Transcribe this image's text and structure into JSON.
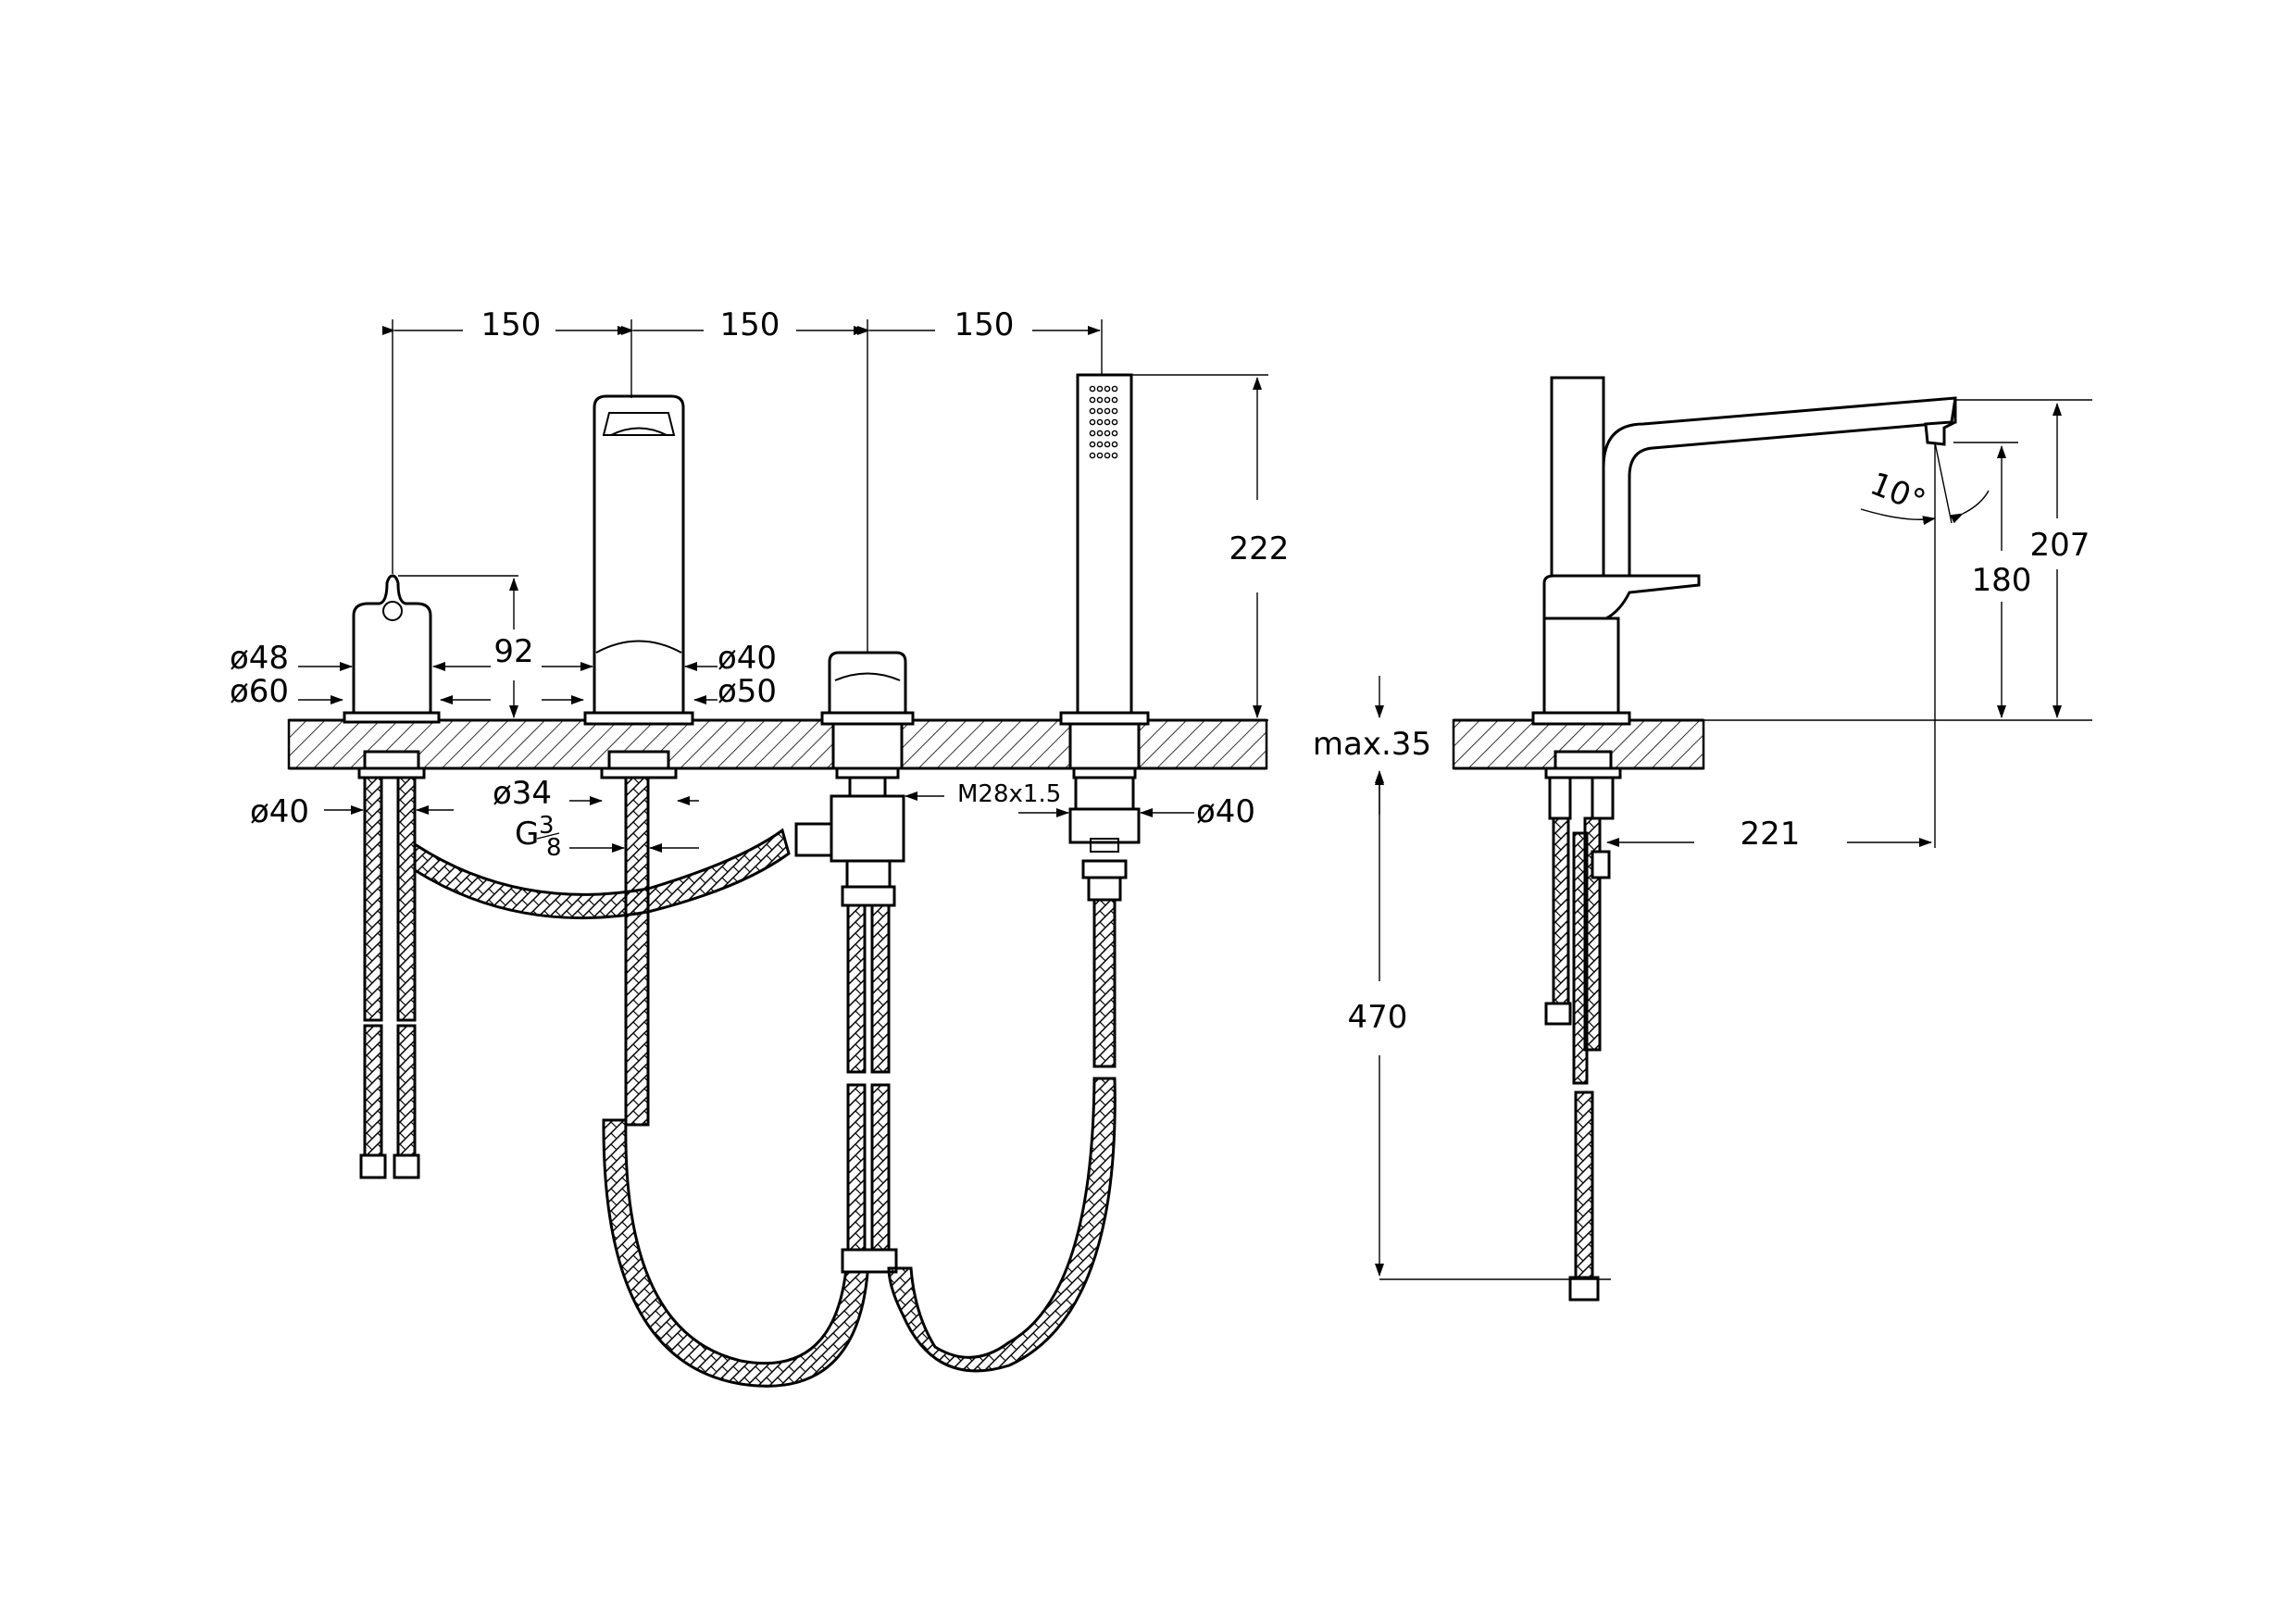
{
  "drawing": {
    "front_view": {
      "spacing_1": "150",
      "spacing_2": "150",
      "spacing_3": "150",
      "handshower_height": "222",
      "mixer_height": "92",
      "mixer_dia_top": "ø48",
      "mixer_dia_base": "ø60",
      "spout_dia_top": "ø40",
      "spout_dia_base": "ø50",
      "tail_dia_left": "ø40",
      "tail_dia_spout": "ø34",
      "thread": "G",
      "thread_num": "3",
      "thread_den": "8",
      "diverter_thread": "M28x1.5",
      "tail_dia_right": "ø40"
    },
    "side_view": {
      "deck_max": "max.35",
      "hose_length": "470",
      "spout_reach": "221",
      "spout_angle": "10°",
      "outlet_height": "180",
      "total_height": "207"
    }
  }
}
